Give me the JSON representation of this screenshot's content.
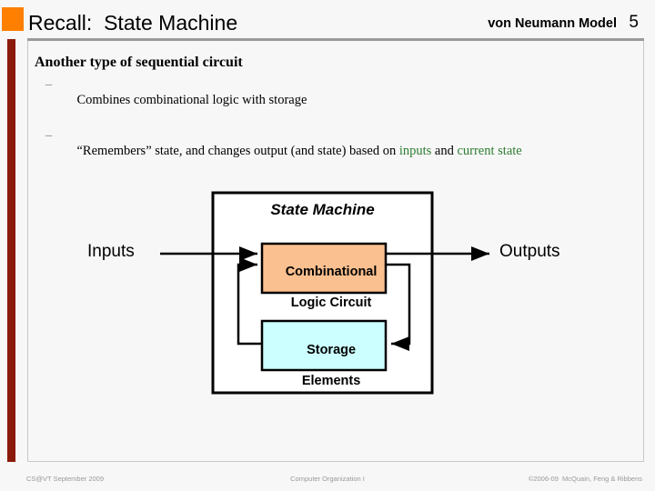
{
  "slide": {
    "title": "Recall:  State Machine",
    "header_subtitle": "von Neumann Model",
    "page_number": "5",
    "accent_orange": "#FF7F00",
    "accent_darkred": "#8B1A0A",
    "rule_color": "#9a9a9a"
  },
  "bullets": {
    "level1": "Another type of sequential circuit",
    "dash": "–",
    "level2": [
      {
        "pre": "Combines combinational logic with storage",
        "green1": "",
        "mid": "",
        "green2": "",
        "post": ""
      },
      {
        "pre": "“Remembers” state, and changes output (and state) based on ",
        "green1": "inputs",
        "mid": " and ",
        "green2": "current state",
        "post": ""
      }
    ],
    "highlight_color": "#2E7D32"
  },
  "diagram": {
    "outer_label": "State Machine",
    "input_label": "Inputs",
    "output_label": "Outputs",
    "blocks": [
      {
        "name": "combinational-logic-circuit",
        "line1": "Combinational",
        "line2": "Logic Circuit",
        "fill": "#FAC090",
        "stroke": "#000000"
      },
      {
        "name": "storage-elements",
        "line1": "Storage",
        "line2": "Elements",
        "fill": "#CCFFFF",
        "stroke": "#000000"
      }
    ],
    "outer_box_fill": "#FFFFFF",
    "outer_box_stroke": "#000000"
  },
  "footer": {
    "left": "CS@VT September 2009",
    "center": "Computer Organization I",
    "right": "©2006-09  McQuain, Feng & Ribbens"
  }
}
